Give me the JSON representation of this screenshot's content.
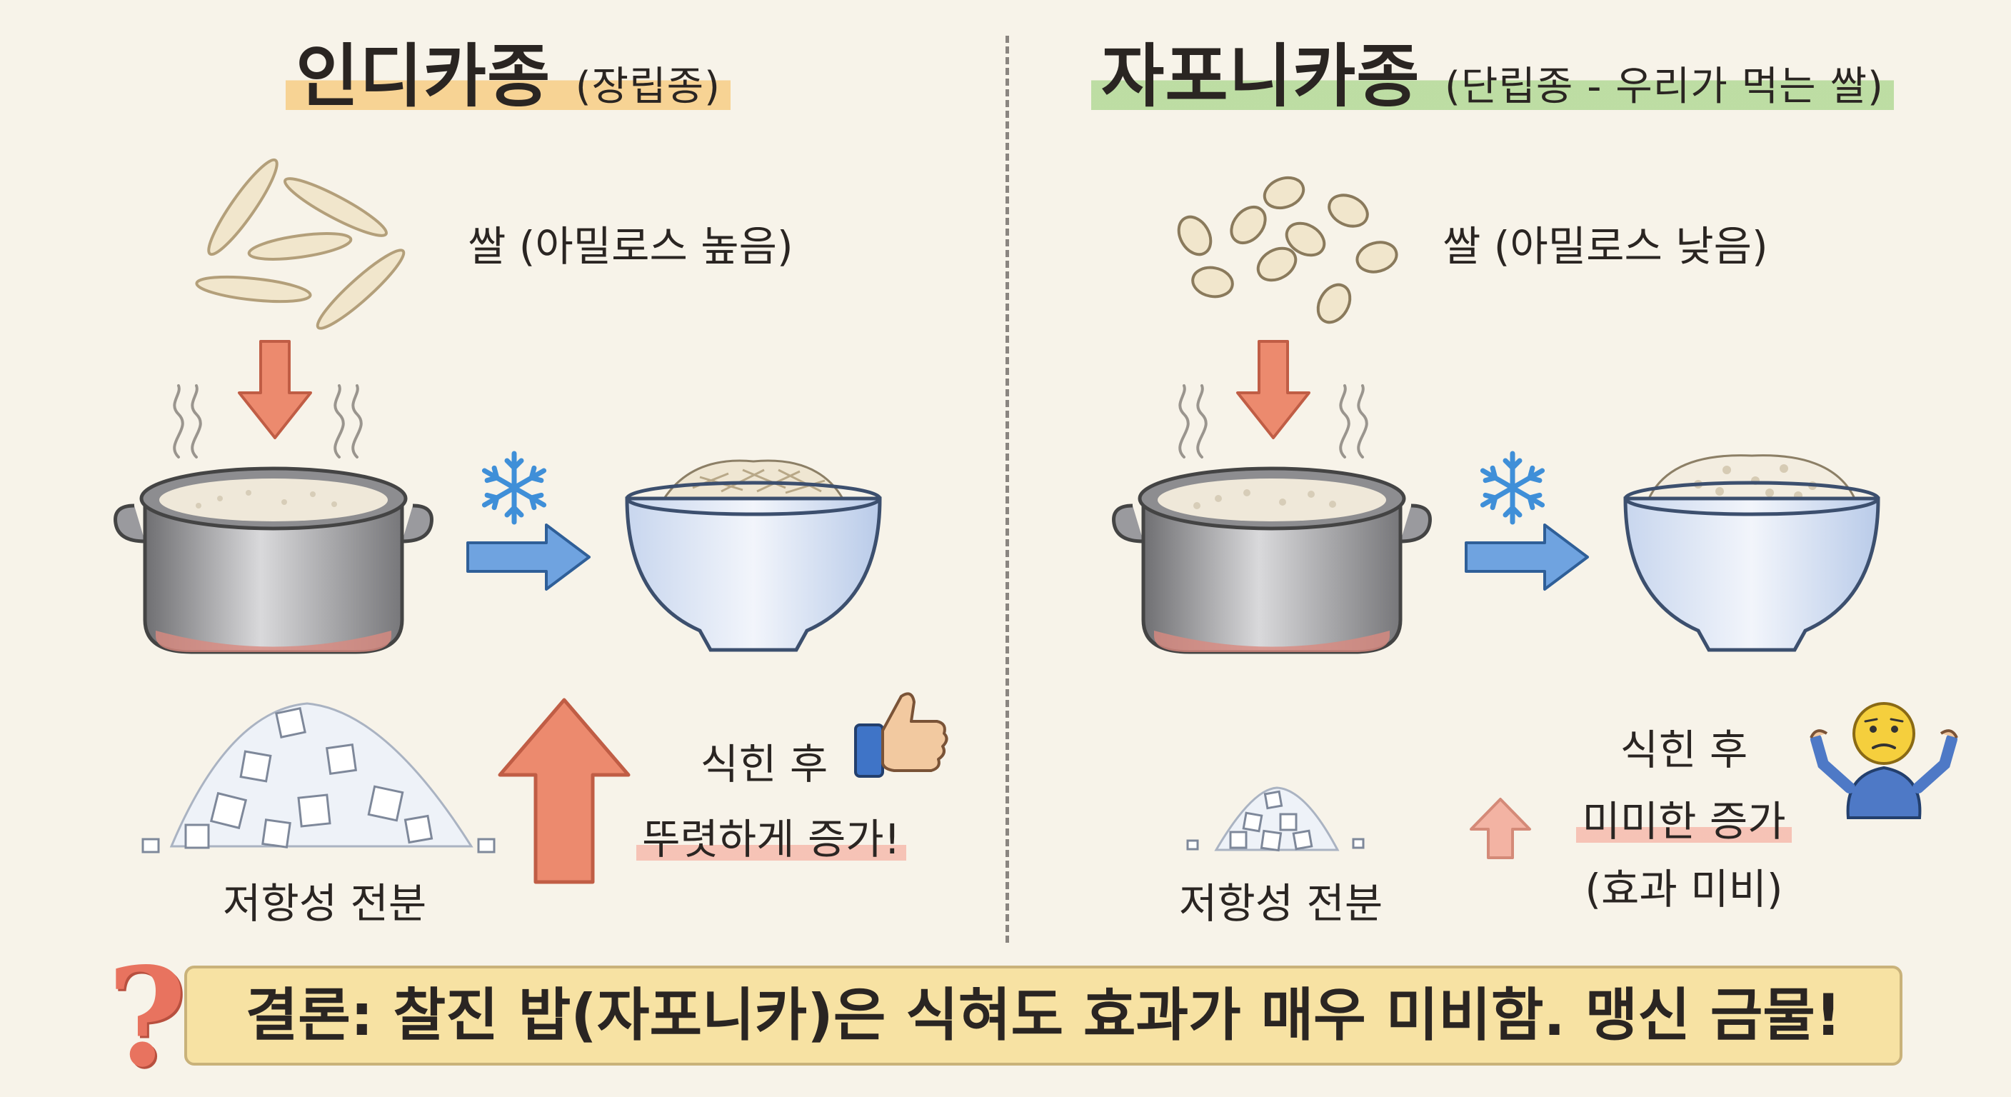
{
  "left": {
    "title": "인디카종",
    "subtitle": "(장립종)",
    "rice_label": "쌀 (아밀로스 높음)",
    "starch_label": "저항성 전분",
    "result_line1": "식힌 후",
    "result_line2": "뚜렷하게 증가!"
  },
  "right": {
    "title": "자포니카종",
    "subtitle": "(단립종 - 우리가 먹는 쌀)",
    "rice_label": "쌀 (아밀로스 낮음)",
    "starch_label": "저항성 전분",
    "result_line1": "식힌 후",
    "result_line2": "미미한 증가",
    "result_line3": "(효과 미비)"
  },
  "conclusion": {
    "icon": "question-mark-icon",
    "text": "결론: 찰진 밥(자포니카)은 식혀도 효과가 매우 미비함. 맹신 금물!"
  },
  "colors": {
    "title_highlight_left": "#f7c878",
    "title_highlight_right": "#aad68c",
    "arrow_down": "#ec8a6e",
    "arrow_right": "#5b93d6",
    "snowflake": "#3f8fd8",
    "conclusion_bg": "#f7e2a3",
    "question_mark": "#e8735f"
  }
}
